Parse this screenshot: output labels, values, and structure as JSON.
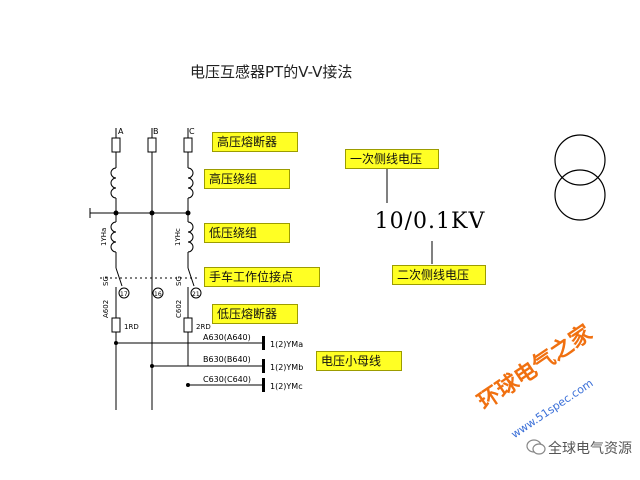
{
  "title": "电压互感器PT的V-V接法",
  "phases": [
    "A",
    "B",
    "C"
  ],
  "labels": {
    "hv_fuse": "高压熔断器",
    "hv_winding": "高压绕组",
    "lv_winding": "低压绕组",
    "cart_contact": "手车工作位接点",
    "lv_fuse": "低压熔断器",
    "small_bus": "电压小母线",
    "primary_voltage": "一次侧线电压",
    "secondary_voltage": "二次侧线电压"
  },
  "ratio": "10/0.1KV",
  "tags": {
    "yh_left": "1YHa",
    "yh_right": "1YHc",
    "sw_left": "SG",
    "sw_right": "SG",
    "cn_left": "17",
    "cn_mid": "16",
    "cn_right": "21",
    "a602": "A602",
    "c602": "C602",
    "rd1": "1RD",
    "rd2": "2RD"
  },
  "bus_lines": [
    {
      "wire": "A630(A640)",
      "bus": "1(2)YMa"
    },
    {
      "wire": "B630(B640)",
      "bus": "1(2)YMb"
    },
    {
      "wire": "C630(C640)",
      "bus": "1(2)YMc"
    }
  ],
  "watermark": {
    "site_cn": "环球电气之家",
    "site_url": "www.51spec.com",
    "brand": "全球电气资源"
  },
  "colors": {
    "label_fill": "#ffff24",
    "line": "#000000",
    "watermark_orange": "#f07010",
    "watermark_blue": "#3a6fd8"
  }
}
